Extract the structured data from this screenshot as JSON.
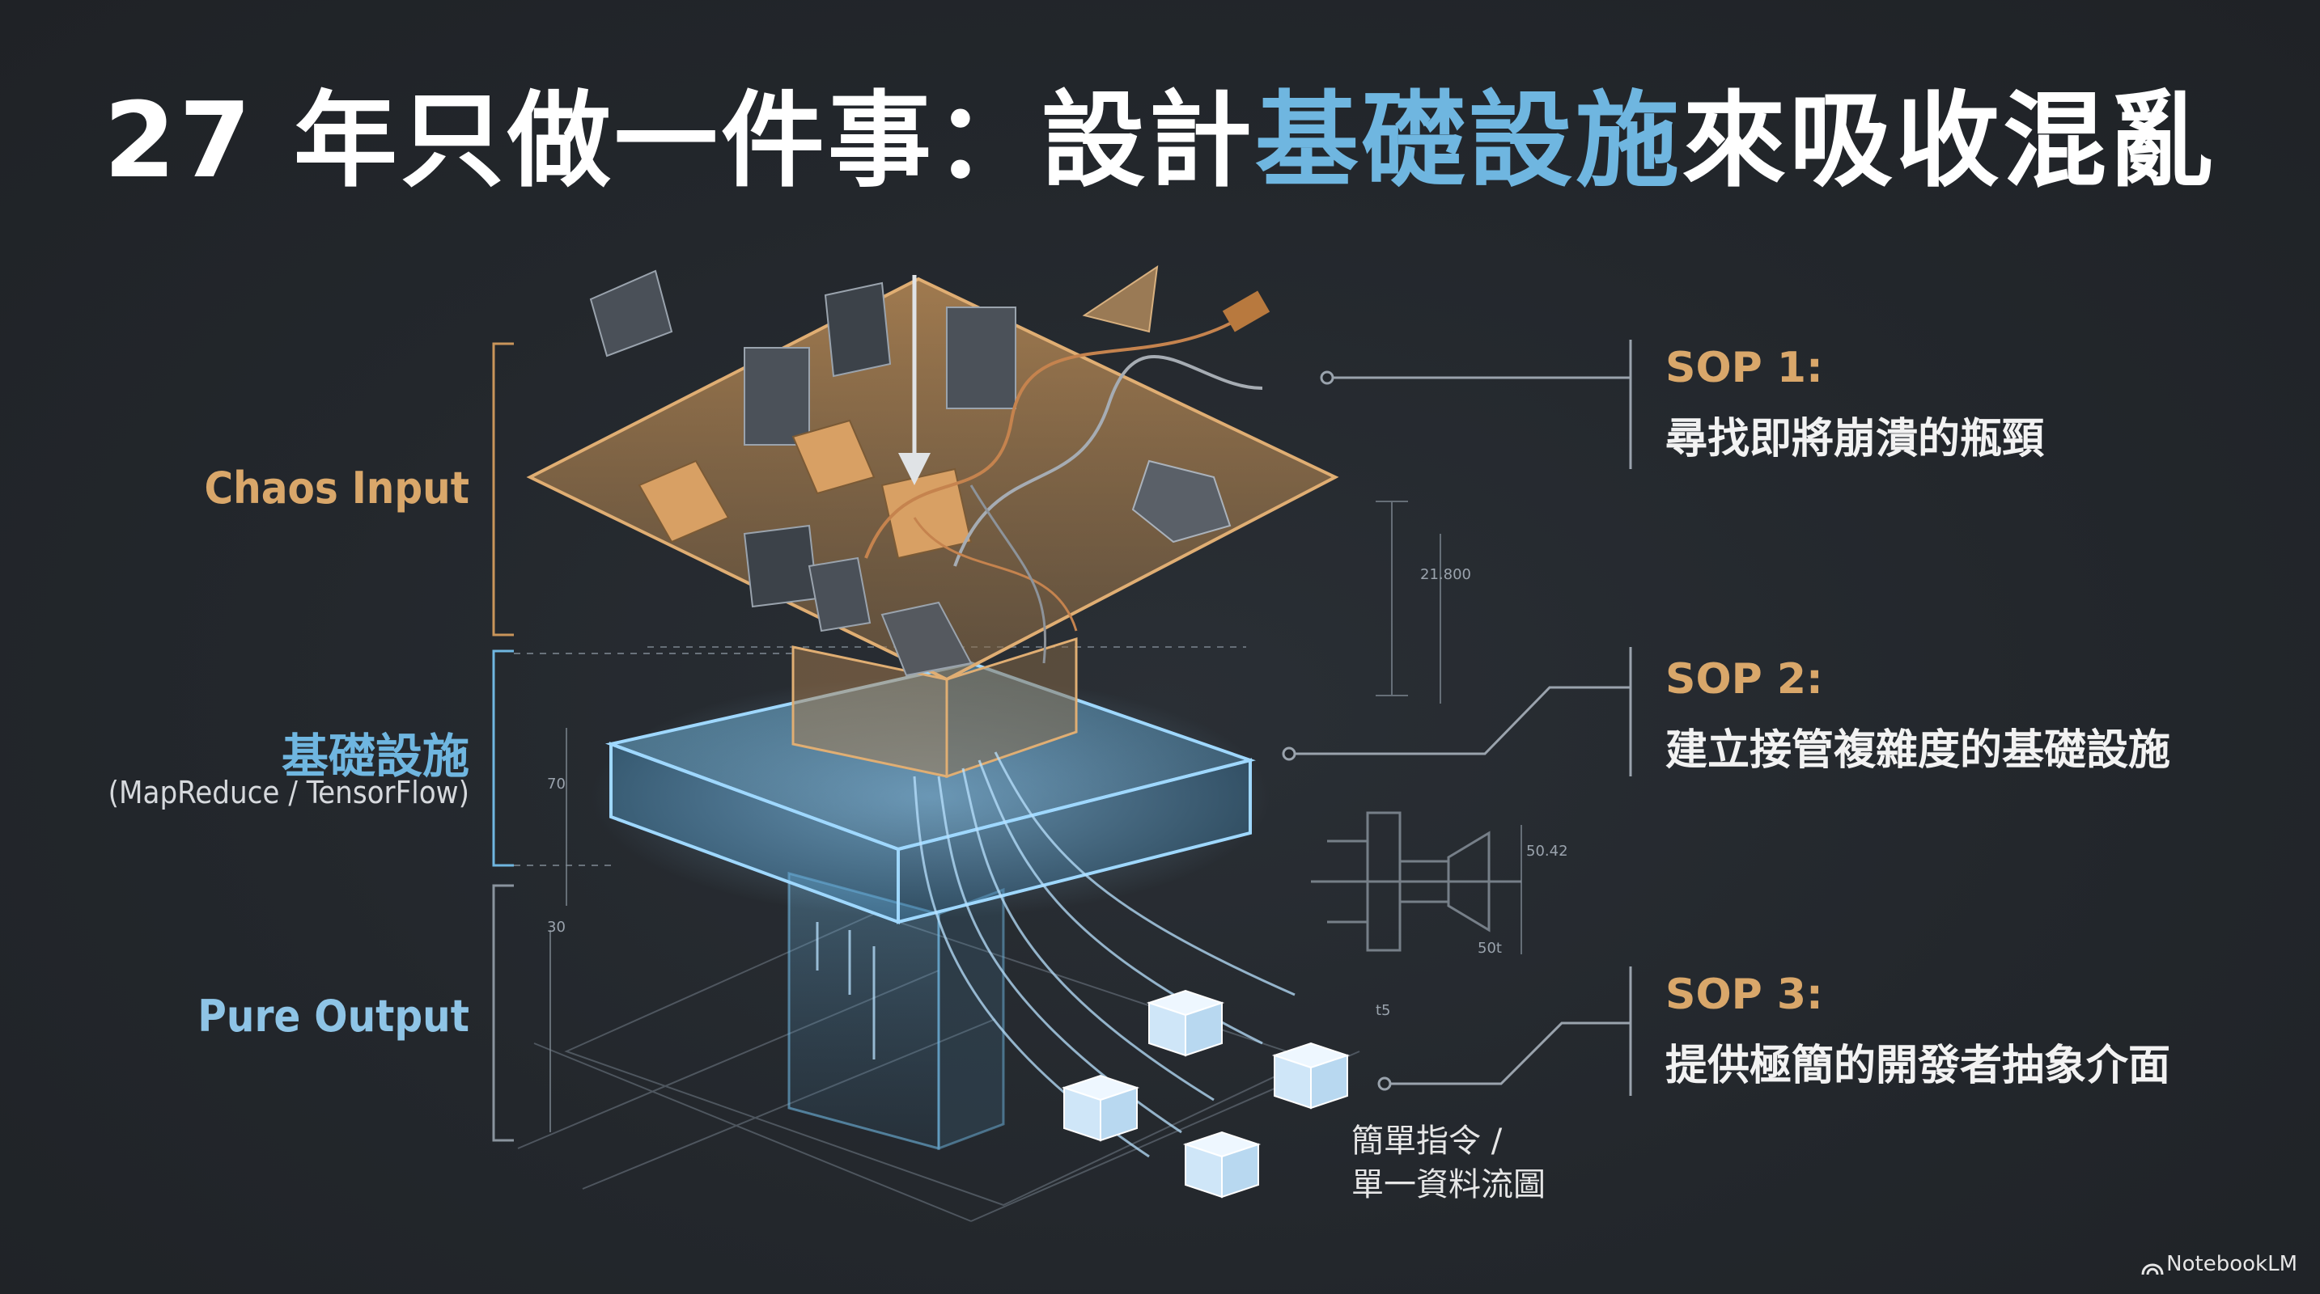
{
  "title": {
    "prefix": "27 年只做一件事：設計",
    "highlight": "基礎設施",
    "suffix": "來吸收混亂"
  },
  "labels": {
    "chaos_input": "Chaos Input",
    "infrastructure": "基礎設施",
    "infrastructure_sub": "(MapReduce / TensorFlow)",
    "pure_output": "Pure Output"
  },
  "sops": [
    {
      "title": "SOP 1:",
      "desc": "尋找即將崩潰的瓶頸"
    },
    {
      "title": "SOP 2:",
      "desc": "建立接管複雜度的基礎設施"
    },
    {
      "title": "SOP 3:",
      "desc": "提供極簡的開發者抽象介面"
    }
  ],
  "cube_label": {
    "line1": "簡單指令 /",
    "line2": "單一資料流圖"
  },
  "dimensions": {
    "d1": "21.800",
    "d2": "70",
    "d3": "30",
    "d4": "50.42",
    "d5": "50t",
    "d6": "t5"
  },
  "brand": "NotebookLM",
  "colors": {
    "background": "#22262b",
    "accent_blue": "#6fb6e0",
    "accent_orange": "#d9a76a",
    "text": "#ffffff"
  }
}
